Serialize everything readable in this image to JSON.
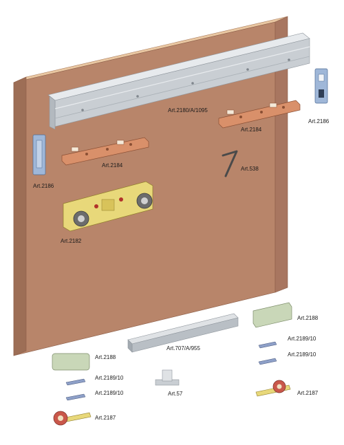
{
  "labels": {
    "rail": "Art.2180/A/1095",
    "hanger_right": "Art.2184",
    "stop_right": "Art.2186",
    "hanger_left": "Art.2184",
    "allen_key": "Art.538",
    "stop_left": "Art.2186",
    "trolley": "Art.2182",
    "cover_right": "Art.2188",
    "guide_profile": "Art.707/A/955",
    "cover_left": "Art.2188",
    "shim_right_1": "Art.2189/10",
    "shim_right_2": "Art.2189/10",
    "shim_left_1": "Art.2189/10",
    "shim_left_2": "Art.2189/10",
    "floor_guide": "Art.57",
    "roller_right": "Art.2187",
    "roller_left": "Art.2187"
  },
  "colors": {
    "door_face": "#b8856a",
    "door_top": "#e9c7a2",
    "door_side": "#9d6e56",
    "rail": "#c9ced3",
    "hanger": "#d9906a",
    "trolley": "#e8d87a",
    "stop": "#9fb7d8",
    "cover": "#c9d7b8",
    "shim": "#8ea0c8"
  }
}
